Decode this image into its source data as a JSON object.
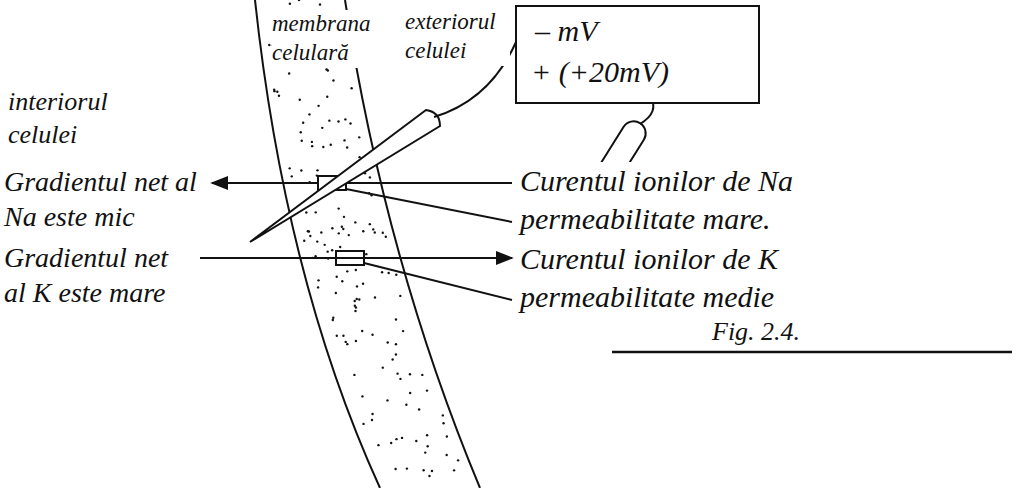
{
  "diagram": {
    "caption": "Fig. 2.4.",
    "nodes": [
      {
        "text": [
          "– mV",
          "+ (+20mV)"
        ]
      }
    ],
    "labels": [
      "membrana celulară",
      "exteriorul celulei",
      "interiorul celulei",
      "Gradientul net al Na este mic",
      "Curentul ionilor de Na permeabilitate mare.",
      "Gradientul net al K este mare",
      "Curentul ionilor de K permeabilitate medie"
    ]
  }
}
